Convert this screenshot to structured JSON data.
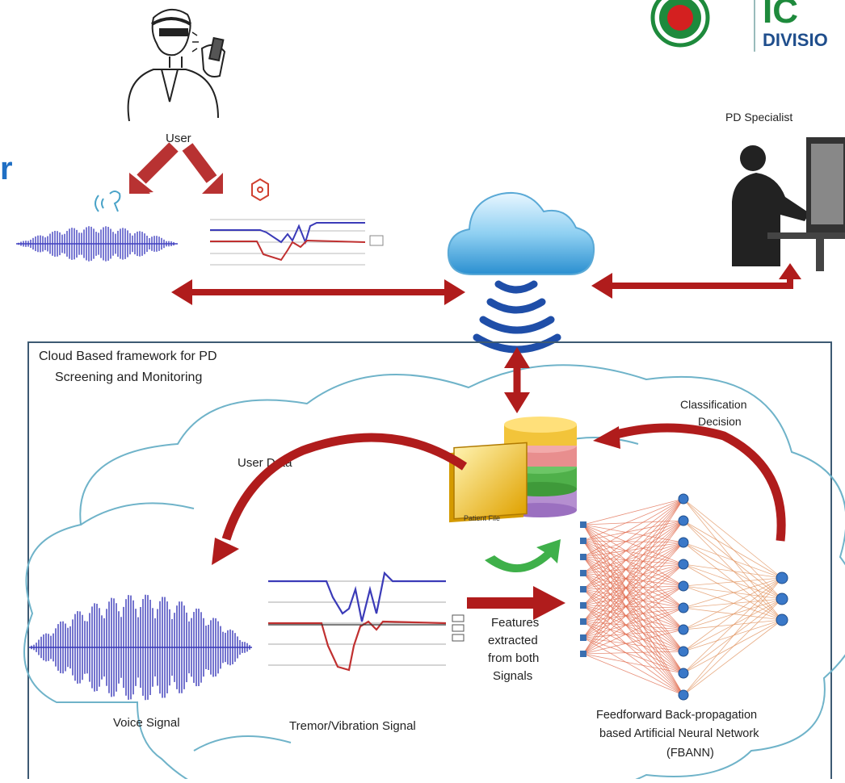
{
  "user_label": "User",
  "specialist_label": "PD Specialist",
  "partial_title": "r",
  "logo": {
    "text_top": "IC",
    "text_bottom": "DIVISIO",
    "colors": {
      "green": "#1e8a3c",
      "red": "#d42020",
      "blue": "#1f4e8c"
    }
  },
  "framework_title_line1": "Cloud Based framework for PD",
  "framework_title_line2": "Screening and Monitoring",
  "user_data_label": "User Data",
  "classification_line1": "Classification",
  "classification_line2": "Decision",
  "patient_file_label": "Patient File",
  "features_lines": [
    "Features",
    "extracted",
    "from both",
    "Signals"
  ],
  "voice_label": "Voice Signal",
  "tremor_label": "Tremor/Vibration Signal",
  "fbann_lines": [
    "Feedforward Back-propagation",
    "based Artificial Neural Network",
    "(FBANN)"
  ],
  "network": {
    "input_nodes": 9,
    "hidden_nodes": 10,
    "output_nodes": 3
  },
  "colors": {
    "arrow": "#b01c1c",
    "cloud": "#6fb3c9",
    "signal": "#3b3bb8",
    "frame": "#3d5a73"
  }
}
